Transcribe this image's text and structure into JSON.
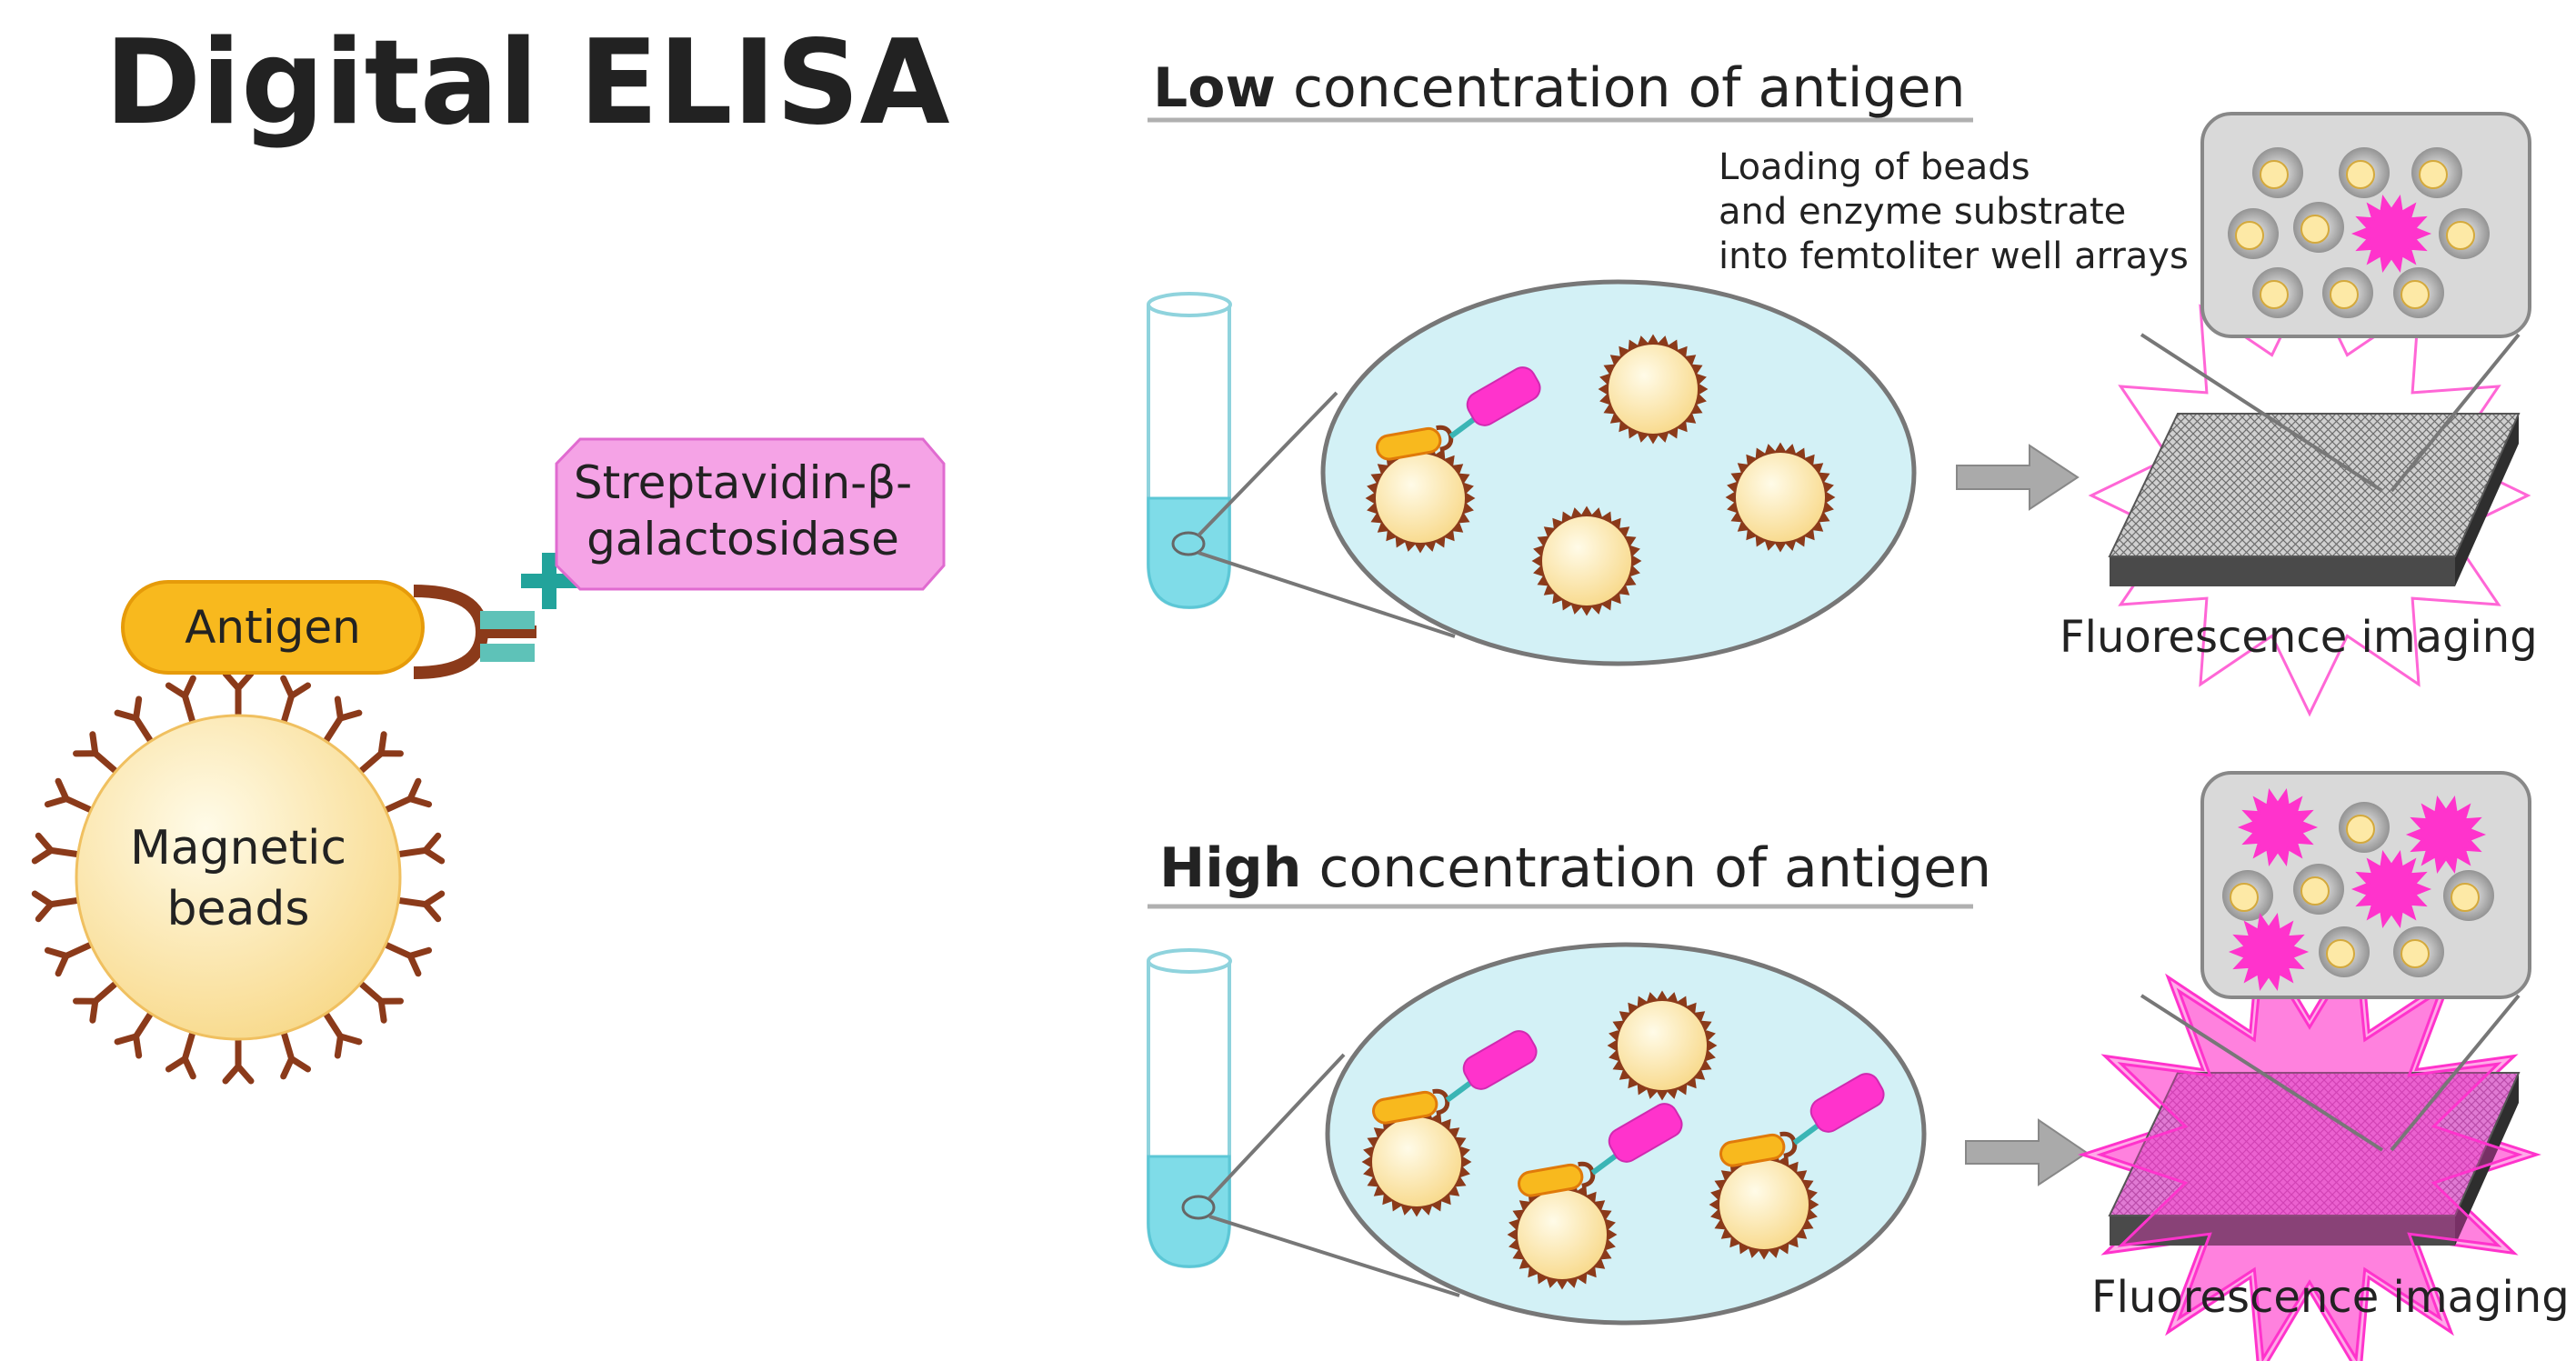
{
  "title": "Digital ELISA",
  "left_panel": {
    "antigen_label": "Antigen",
    "enzyme_label_line1": "Streptavidin-β-",
    "enzyme_label_line2": "galactosidase",
    "bead_label_line1": "Magnetic",
    "bead_label_line2": "beads"
  },
  "low_section": {
    "heading_bold": "Low",
    "heading_rest": " concentration of antigen",
    "loading_line1": "Loading of beads",
    "loading_line2": "and enzyme substrate",
    "loading_line3": "into femtoliter well arrays",
    "imaging_label": "Fluorescence imaging"
  },
  "high_section": {
    "heading_bold": "High",
    "heading_rest": " concentration of antigen",
    "imaging_label": "Fluorescence imaging"
  },
  "colors": {
    "antigen_fill": "#f8b91e",
    "bead_fill": "#fde9a6",
    "antibody": "#8b3a1a",
    "enzyme_fill": "#f5a3e6",
    "fluorescent": "#ff33cc",
    "solution": "#d3f1f6",
    "tube_liquid": "#7fdce8",
    "linker": "#3ab5b5"
  }
}
